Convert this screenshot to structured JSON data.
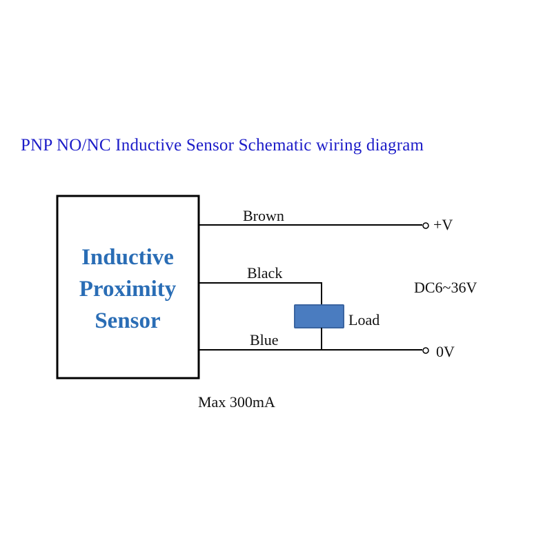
{
  "title": "PNP NO/NC  Inductive Sensor  Schematic wiring diagram",
  "sensor": {
    "lines": [
      "Inductive",
      "Proximity",
      "Sensor"
    ]
  },
  "wires": {
    "brown": "Brown",
    "black": "Black",
    "blue": "Blue"
  },
  "load": "Load",
  "terminals": {
    "positive": "+V",
    "zero": "0V"
  },
  "supply": "DC6~36V",
  "max_current": "Max 300mA",
  "colors": {
    "title": "#1c1cc8",
    "sensor_text": "#2a6db5",
    "load_fill": "#4a7cc0"
  }
}
